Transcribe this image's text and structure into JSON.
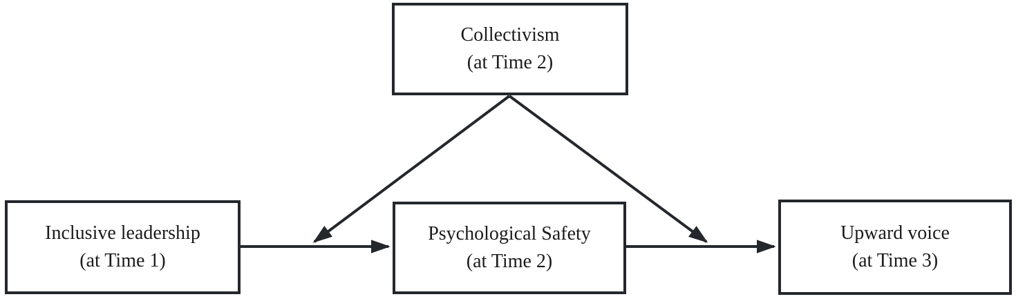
{
  "figure": {
    "background_color": "#ffffff",
    "line_color": "#24272c",
    "text_color": "#1b1b1b",
    "nodes": {
      "collectivism": {
        "title": "Collectivism",
        "subtitle": "(at Time 2)"
      },
      "inclusive_leadership": {
        "title": "Inclusive leadership",
        "subtitle": "(at Time 1)"
      },
      "psychological_safety": {
        "title": "Psychological Safety",
        "subtitle": "(at Time 2)"
      },
      "upward_voice": {
        "title": "Upward voice",
        "subtitle": "(at Time 3)"
      }
    },
    "edges": [
      {
        "from": "inclusive_leadership",
        "to": "psychological_safety",
        "style": "solid-arrow",
        "role": "direct path"
      },
      {
        "from": "psychological_safety",
        "to": "upward_voice",
        "style": "solid-arrow",
        "role": "direct path"
      },
      {
        "from": "collectivism",
        "to": "path inclusive_leadership → psychological_safety",
        "style": "solid-arrow",
        "role": "moderation"
      },
      {
        "from": "collectivism",
        "to": "path psychological_safety → upward_voice",
        "style": "solid-arrow",
        "role": "moderation"
      }
    ]
  }
}
